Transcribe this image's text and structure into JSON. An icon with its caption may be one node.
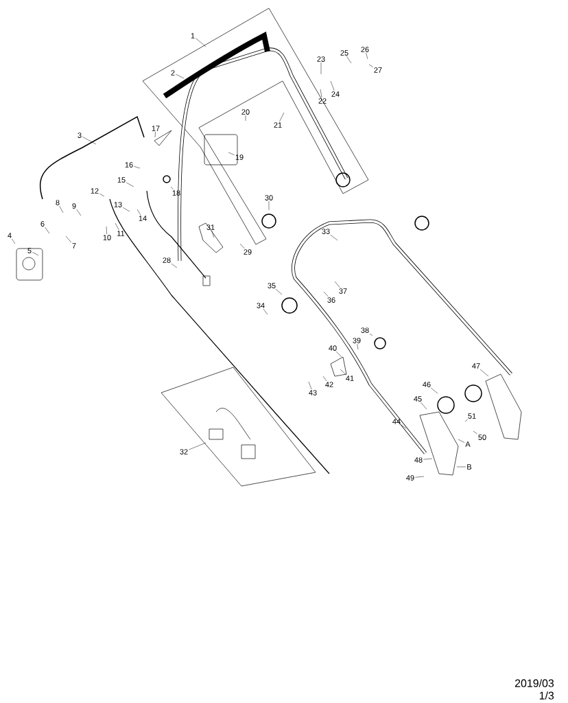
{
  "diagram": {
    "nodes": [
      {
        "text": [
          "1"
        ]
      },
      {
        "text": [
          "2"
        ]
      },
      {
        "text": [
          "3"
        ]
      },
      {
        "text": [
          "4"
        ]
      },
      {
        "text": [
          "5"
        ]
      },
      {
        "text": [
          "6"
        ]
      },
      {
        "text": [
          "7"
        ]
      },
      {
        "text": [
          "8"
        ]
      },
      {
        "text": [
          "9"
        ]
      },
      {
        "text": [
          "10"
        ]
      },
      {
        "text": [
          "11"
        ]
      },
      {
        "text": [
          "12"
        ]
      },
      {
        "text": [
          "13"
        ]
      },
      {
        "text": [
          "14"
        ]
      },
      {
        "text": [
          "15"
        ]
      },
      {
        "text": [
          "16"
        ]
      },
      {
        "text": [
          "17"
        ]
      },
      {
        "text": [
          "18"
        ]
      },
      {
        "text": [
          "19"
        ]
      },
      {
        "text": [
          "20"
        ]
      },
      {
        "text": [
          "21"
        ]
      },
      {
        "text": [
          "22"
        ]
      },
      {
        "text": [
          "23"
        ]
      },
      {
        "text": [
          "24"
        ]
      },
      {
        "text": [
          "25"
        ]
      },
      {
        "text": [
          "26"
        ]
      },
      {
        "text": [
          "27"
        ]
      },
      {
        "text": [
          "28"
        ]
      },
      {
        "text": [
          "29"
        ]
      },
      {
        "text": [
          "30"
        ]
      },
      {
        "text": [
          "31"
        ]
      },
      {
        "text": [
          "32"
        ]
      },
      {
        "text": [
          "33"
        ]
      },
      {
        "text": [
          "34"
        ]
      },
      {
        "text": [
          "35"
        ]
      },
      {
        "text": [
          "36"
        ]
      },
      {
        "text": [
          "37"
        ]
      },
      {
        "text": [
          "38"
        ]
      },
      {
        "text": [
          "39"
        ]
      },
      {
        "text": [
          "40"
        ]
      },
      {
        "text": [
          "41"
        ]
      },
      {
        "text": [
          "42"
        ]
      },
      {
        "text": [
          "43"
        ]
      },
      {
        "text": [
          "44"
        ]
      },
      {
        "text": [
          "45"
        ]
      },
      {
        "text": [
          "46"
        ]
      },
      {
        "text": [
          "47"
        ]
      },
      {
        "text": [
          "48"
        ]
      },
      {
        "text": [
          "49"
        ]
      },
      {
        "text": [
          "50"
        ]
      },
      {
        "text": [
          "51"
        ]
      },
      {
        "text": [
          "A"
        ]
      },
      {
        "text": [
          "B"
        ]
      }
    ],
    "edges": [
      {
        "from": 0,
        "to": null,
        "arrow": "none"
      },
      {
        "from": 1,
        "to": null,
        "arrow": "none"
      },
      {
        "from": 2,
        "to": null,
        "arrow": "none"
      },
      {
        "from": 3,
        "to": null,
        "arrow": "none"
      },
      {
        "from": 4,
        "to": null,
        "arrow": "none"
      },
      {
        "from": 5,
        "to": null,
        "arrow": "none"
      },
      {
        "from": 6,
        "to": null,
        "arrow": "none"
      },
      {
        "from": 7,
        "to": null,
        "arrow": "none"
      },
      {
        "from": 8,
        "to": null,
        "arrow": "none"
      },
      {
        "from": 9,
        "to": null,
        "arrow": "none"
      },
      {
        "from": 10,
        "to": null,
        "arrow": "none"
      },
      {
        "from": 11,
        "to": null,
        "arrow": "none"
      },
      {
        "from": 12,
        "to": null,
        "arrow": "none"
      },
      {
        "from": 13,
        "to": null,
        "arrow": "none"
      },
      {
        "from": 14,
        "to": null,
        "arrow": "none"
      },
      {
        "from": 15,
        "to": null,
        "arrow": "none"
      },
      {
        "from": 16,
        "to": null,
        "arrow": "none"
      },
      {
        "from": 17,
        "to": null,
        "arrow": "none"
      },
      {
        "from": 18,
        "to": null,
        "arrow": "none"
      },
      {
        "from": 19,
        "to": null,
        "arrow": "none"
      },
      {
        "from": 20,
        "to": null,
        "arrow": "none"
      },
      {
        "from": 21,
        "to": null,
        "arrow": "none"
      },
      {
        "from": 22,
        "to": null,
        "arrow": "none"
      },
      {
        "from": 23,
        "to": null,
        "arrow": "none"
      },
      {
        "from": 24,
        "to": null,
        "arrow": "none"
      },
      {
        "from": 25,
        "to": null,
        "arrow": "none"
      },
      {
        "from": 26,
        "to": null,
        "arrow": "none"
      },
      {
        "from": 27,
        "to": null,
        "arrow": "none"
      },
      {
        "from": 28,
        "to": null,
        "arrow": "none"
      },
      {
        "from": 29,
        "to": null,
        "arrow": "none"
      },
      {
        "from": 30,
        "to": null,
        "arrow": "none"
      },
      {
        "from": 31,
        "to": null,
        "arrow": "none"
      },
      {
        "from": 32,
        "to": null,
        "arrow": "none"
      },
      {
        "from": 33,
        "to": null,
        "arrow": "none"
      },
      {
        "from": 34,
        "to": null,
        "arrow": "none"
      },
      {
        "from": 35,
        "to": null,
        "arrow": "none"
      },
      {
        "from": 36,
        "to": null,
        "arrow": "none"
      },
      {
        "from": 37,
        "to": null,
        "arrow": "none"
      },
      {
        "from": 38,
        "to": null,
        "arrow": "none"
      },
      {
        "from": 39,
        "to": null,
        "arrow": "none"
      },
      {
        "from": 40,
        "to": null,
        "arrow": "none"
      },
      {
        "from": 41,
        "to": null,
        "arrow": "none"
      },
      {
        "from": 42,
        "to": null,
        "arrow": "none"
      },
      {
        "from": 43,
        "to": null,
        "arrow": "none"
      },
      {
        "from": 44,
        "to": null,
        "arrow": "none"
      },
      {
        "from": 45,
        "to": null,
        "arrow": "none"
      },
      {
        "from": 46,
        "to": null,
        "arrow": "none"
      },
      {
        "from": 47,
        "to": null,
        "arrow": "none"
      },
      {
        "from": 48,
        "to": null,
        "arrow": "none"
      },
      {
        "from": 49,
        "to": null,
        "arrow": "none"
      },
      {
        "from": 50,
        "to": null,
        "arrow": "none"
      },
      {
        "from": 51,
        "to": null,
        "arrow": "none"
      },
      {
        "from": 52,
        "to": null,
        "arrow": "none"
      }
    ],
    "labels": [
      "2019/03",
      "1/3"
    ]
  }
}
